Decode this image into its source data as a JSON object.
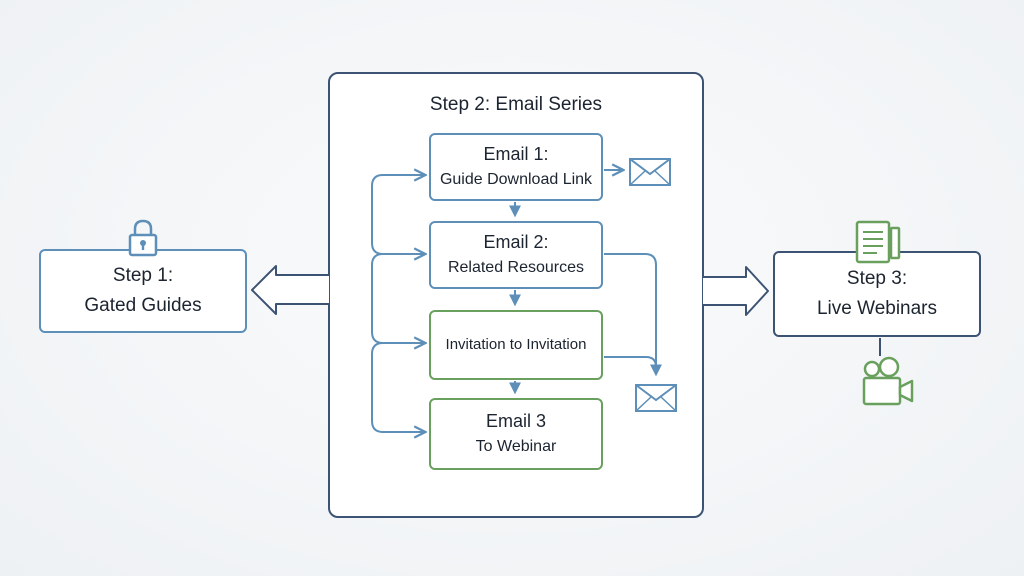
{
  "email_series": {
    "title": "Step 2: Email Series",
    "email1": {
      "line1": "Email 1:",
      "line2": "Guide Download Link"
    },
    "email2": {
      "line1": "Email 2:",
      "line2": "Related Resources"
    },
    "invitation": {
      "line1": "Invitation to Invitation"
    },
    "email3": {
      "line1": "Email 3",
      "line2": "To Webinar"
    }
  },
  "step1": {
    "line1": "Step 1:",
    "line2": "Gated Guides"
  },
  "step3": {
    "line1": "Step 3:",
    "line2": "Live Webinars"
  },
  "icons": {
    "step1": "lock-icon",
    "step3_top": "document-icon",
    "step3_bottom": "video-camera-icon",
    "email": "envelope-icon"
  },
  "colors": {
    "blue": "#5d8fb8",
    "green": "#6aa05d",
    "navy": "#3d5373",
    "text": "#1c2430"
  }
}
